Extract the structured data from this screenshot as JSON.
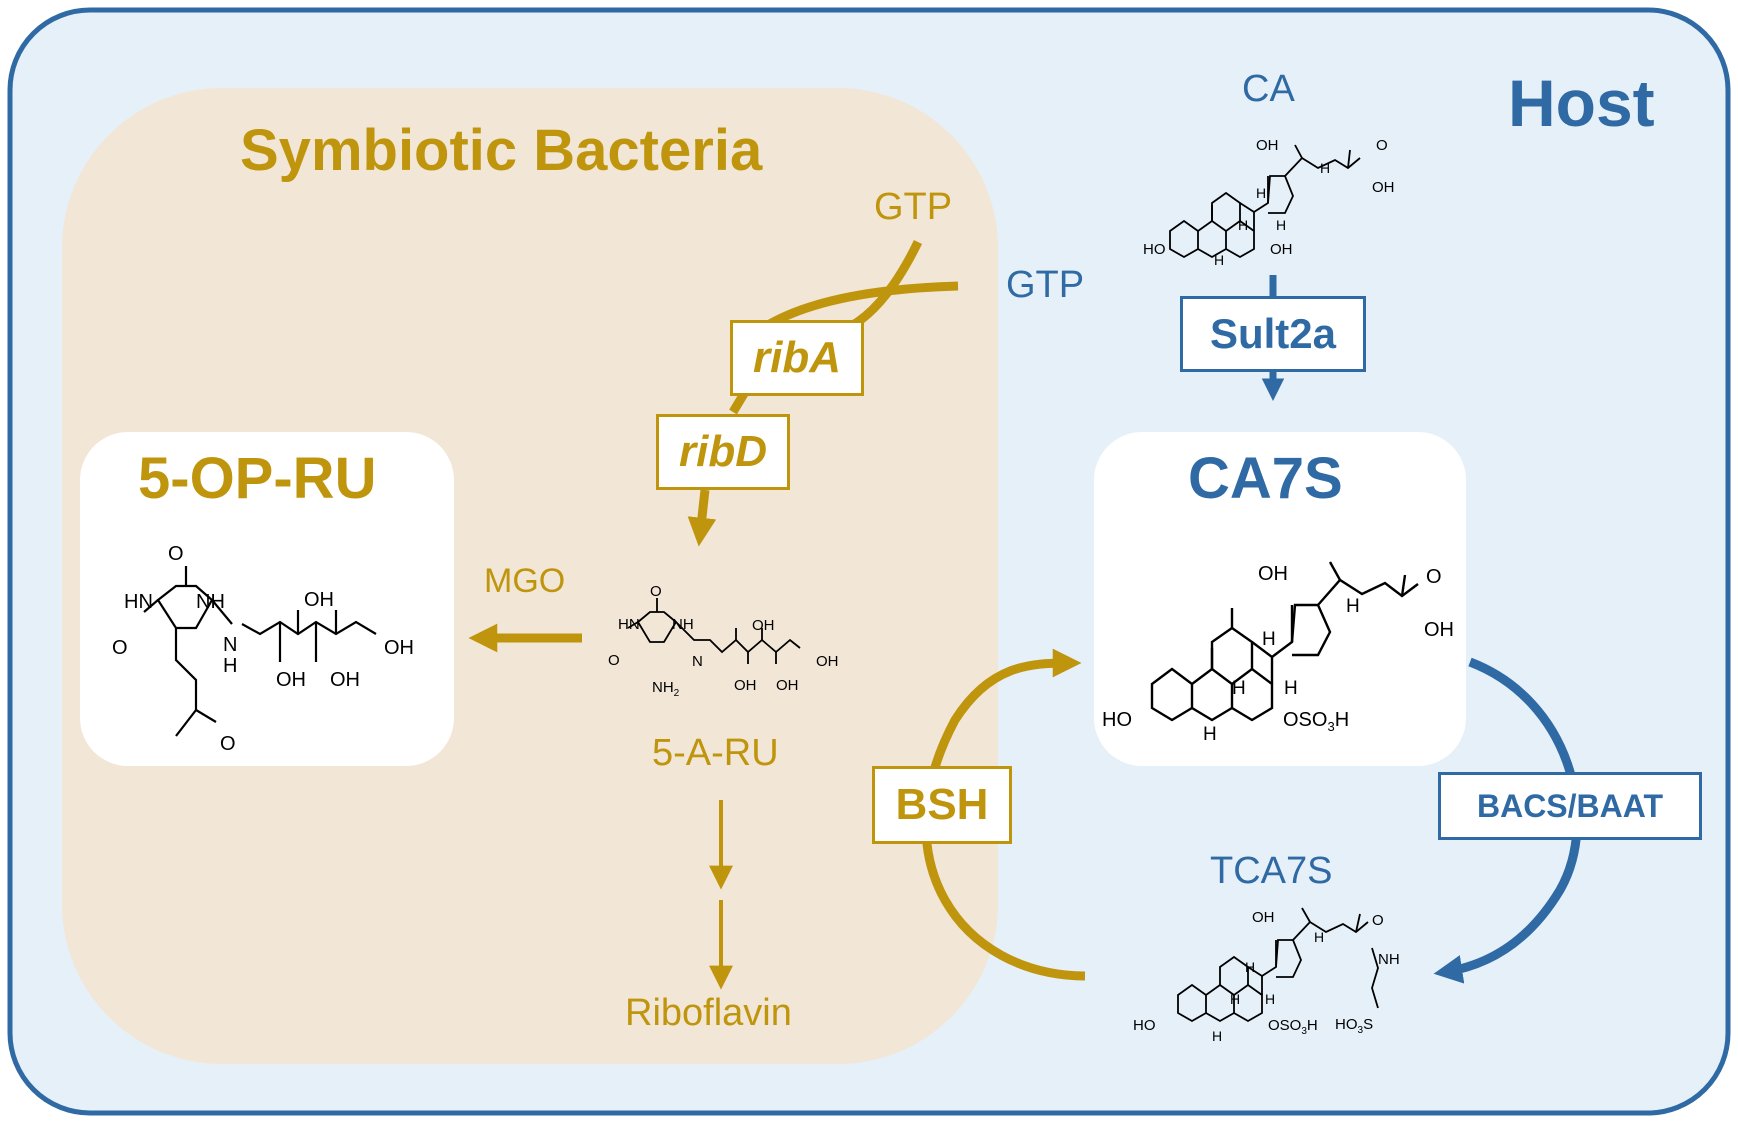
{
  "regions": {
    "host": "Host",
    "bacteria": "Symbiotic Bacteria"
  },
  "compounds": {
    "ca": "CA",
    "ca7s": "CA7S",
    "tca7s": "TCA7S",
    "op_ru": "5-OP-RU",
    "a_ru": "5-A-RU",
    "riboflavin": "Riboflavin",
    "gtp_bacteria": "GTP",
    "gtp_host": "GTP",
    "mgo": "MGO"
  },
  "enzymes": {
    "sult2a": "Sult2a",
    "riba": "ribA",
    "ribd": "ribD",
    "bsh": "BSH",
    "bacs_baat": "BACS/BAAT"
  },
  "structure_atoms": {
    "oh": "OH",
    "ho": "HO",
    "h": "H",
    "o": "O",
    "nh": "NH",
    "hn": "HN",
    "n": "N",
    "nh2": "NH2",
    "oso3h": "OSO3H",
    "ho3s": "HO3S"
  },
  "colors": {
    "host_border": "#2f6aa4",
    "host_fill": "#e6f0f9",
    "bacteria_fill": "#f2e6d6",
    "bacteria_accent": "#c0950e",
    "host_accent": "#2f6aa4",
    "structure": "#000000"
  }
}
